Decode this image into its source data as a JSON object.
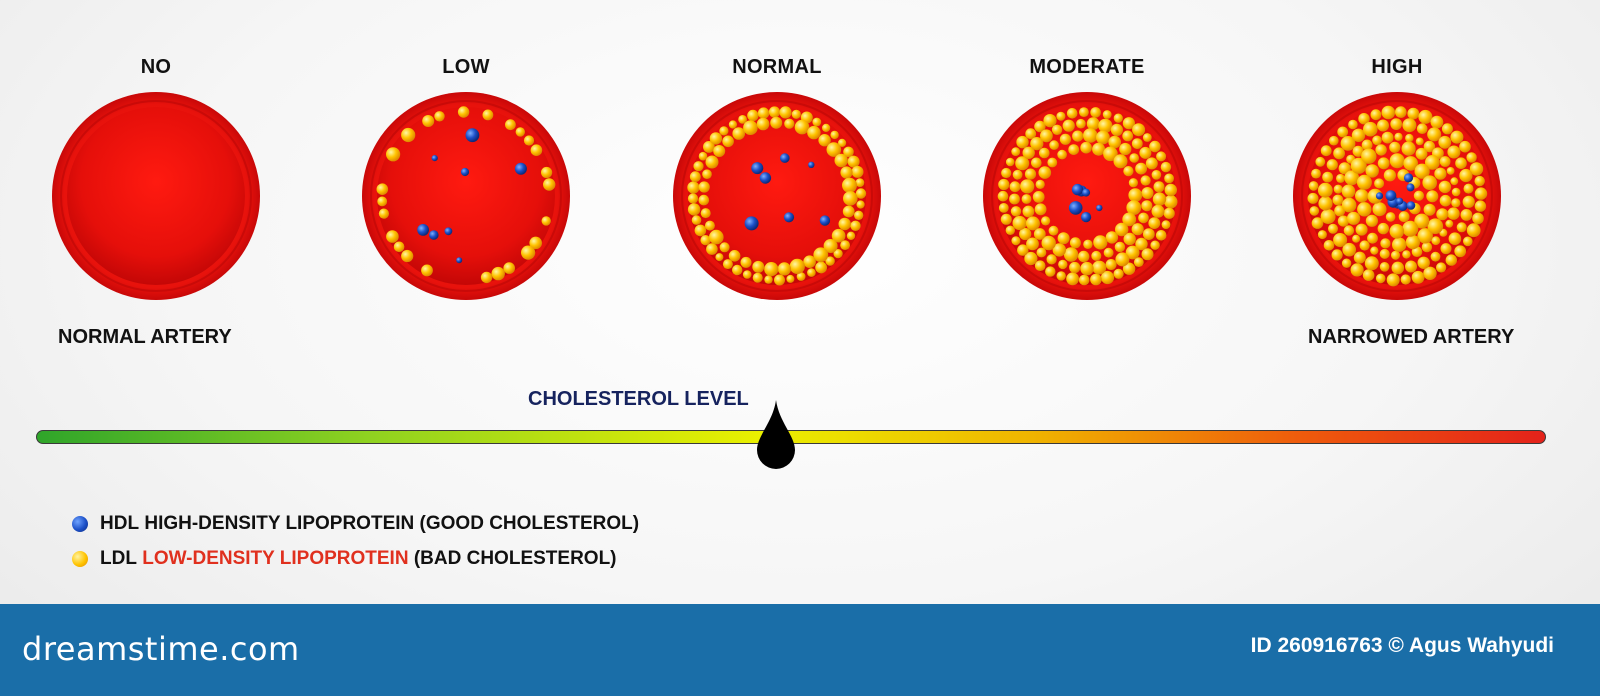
{
  "stages": [
    {
      "title": "NO",
      "ldl_ring": 0,
      "hdl": 0
    },
    {
      "title": "LOW",
      "ldl_ring": 1,
      "hdl": 8
    },
    {
      "title": "NORMAL",
      "ldl_ring": 2,
      "hdl": 7
    },
    {
      "title": "MODERATE",
      "ldl_ring": 4,
      "hdl": 6
    },
    {
      "title": "HIGH",
      "ldl_ring": 6,
      "hdl": 9
    }
  ],
  "labels": {
    "left": "NORMAL ARTERY",
    "right": "NARROWED ARTERY"
  },
  "scale": {
    "title": "CHOLESTEROL LEVEL",
    "indicator_fraction": 0.49
  },
  "legend": {
    "hdl": {
      "abbr": "HDL",
      "name": "HIGH-DENSITY LIPOPROTEIN",
      "note": "(GOOD CHOLESTEROL)"
    },
    "ldl": {
      "abbr": "LDL",
      "name": "LOW-DENSITY LIPOPROTEIN",
      "note": "(BAD CHOLESTEROL)"
    }
  },
  "colors": {
    "artery": "#e4100c",
    "hdl": "#1c50c8",
    "ldl": "#ffc400",
    "ldl_name_text": "#e0301e",
    "scale_title": "#16235e",
    "footer": "#1a6ea8"
  },
  "footer": {
    "brand": "dreamstime.com",
    "credit": "ID 260916763 © Agus Wahyudi"
  }
}
